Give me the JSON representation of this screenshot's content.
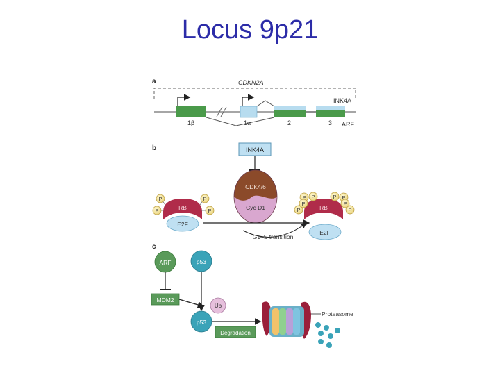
{
  "slide": {
    "title": "Locus 9p21"
  },
  "panel_a": {
    "label": "a",
    "gene": "CDKN2A",
    "ink4a": "INK4A",
    "arf": "ARF",
    "exons": [
      "1β",
      "1α",
      "2",
      "3"
    ]
  },
  "panel_b": {
    "label": "b",
    "ink4a": "INK4A",
    "cdk": "CDK4/6",
    "cyc": "Cyc D1",
    "rb": "RB",
    "e2f": "E2F",
    "p": "P",
    "transition": "G1–S transition"
  },
  "panel_c": {
    "label": "c",
    "arf": "ARF",
    "p53": "p53",
    "mdm2": "MDM2",
    "ub": "Ub",
    "degradation": "Degradation",
    "proteasome": "Proteasome"
  },
  "colors": {
    "title": "#2c2ca8",
    "exon_green": "#4a9a4a",
    "exon_blue": "#b7dcef",
    "rb_red": "#b02c4a",
    "e2f_blue": "#bfe0f2",
    "p_yellow": "#f4e7a0",
    "cdk_brown": "#8b4a2a",
    "cyc_pink": "#d9a7cf",
    "p53_teal": "#3aa3b8",
    "label_green": "#5a9a5a"
  }
}
